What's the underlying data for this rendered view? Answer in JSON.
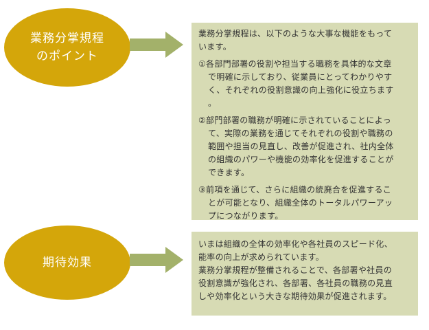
{
  "points": {
    "title_line1": "業務分掌規程",
    "title_line2": "のポイント",
    "intro": [
      "業務分掌規程は、以下のような大事な機能をもって",
      "います。"
    ],
    "items": [
      [
        "①各部門部署の役割や担当する職務を具体的な文章",
        "で明確に示しており、従業員にとってわかりやす",
        "く、それぞれの役割意識の向上強化に役立ちます",
        "。"
      ],
      [
        "②部門部署の職務が明確に示されていることによっ",
        "て、実際の業務を通じてそれぞれの役割や職務の",
        "範囲や担当の見直し、改善が促進され、社内全体",
        "の組織のパワーや機能の効率化を促進することが",
        "できます。"
      ],
      [
        "③前項を通じて、さらに組織の統廃合を促進するこ",
        "とが可能となり、組織全体のトータルパワーアッ",
        "プにつながります。"
      ]
    ]
  },
  "effects": {
    "title": "期待効果",
    "lines": [
      "いまは組織の全体の効率化や各社員のスピード化、",
      "能率の向上が求められています。",
      "業務分掌規程が整備されることで、各部署や社員の",
      "役割意識が強化され、各部署、各社員の職務の見直",
      "しや効率化という大きな期待効果が促進されます。"
    ]
  },
  "colors": {
    "oval": "#d4a60a",
    "arrow": "#a3b16a",
    "box": "#d7dbb4"
  }
}
